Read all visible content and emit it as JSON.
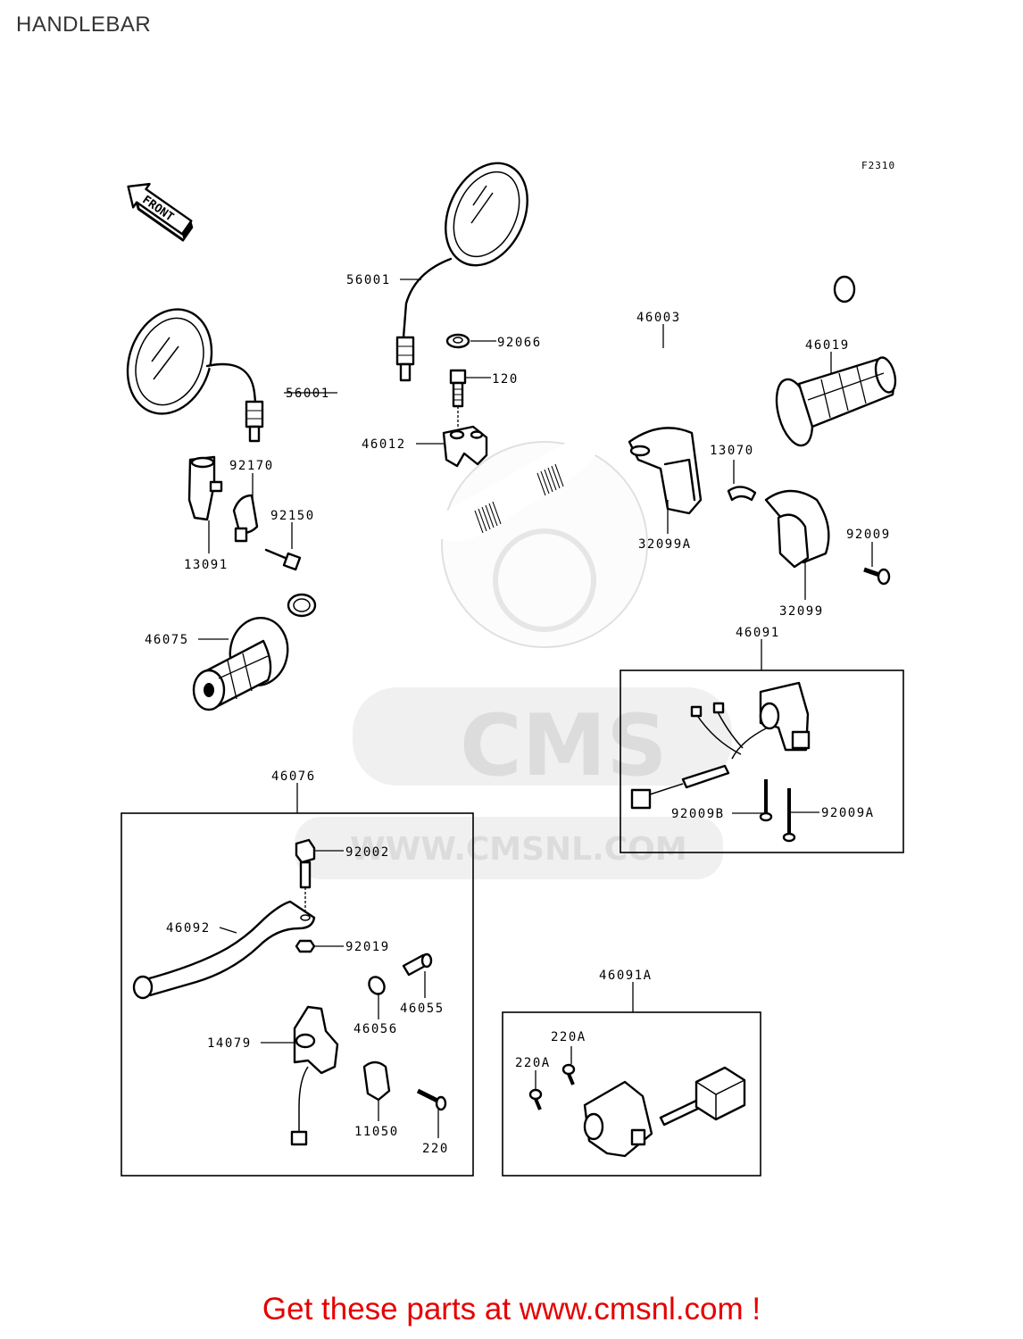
{
  "title": "HANDLEBAR",
  "figure_code": "F2310",
  "front_arrow": "FRONT",
  "watermark": {
    "brand": "CMS",
    "url": "WWW.CMSNL.COM"
  },
  "labels": {
    "mirror_left": "56001",
    "mirror_right": "56001",
    "washer": "92066",
    "bolt": "120",
    "holder": "46012",
    "handlebar": "46003",
    "grip_right": "46019",
    "clamp_upper": "92170",
    "bolt_lower": "92150",
    "clamp_lower": "13091",
    "cover_a": "32099A",
    "pin": "13070",
    "screw_a": "92009",
    "cover": "32099",
    "grip_left": "46075",
    "switch": "46091",
    "screw_b": "92009B",
    "screw_c": "92009A",
    "lever_assy": "46076",
    "pivot_bolt": "92002",
    "lever": "46092",
    "nut": "92019",
    "adjuster": "46055",
    "adj_nut": "46056",
    "lever_holder": "14079",
    "holder_clamp": "11050",
    "screw_220": "220",
    "switch_a": "46091A",
    "screw_220a_1": "220A",
    "screw_220a_2": "220A"
  },
  "footer": "Get these parts at www.cmsnl.com !"
}
